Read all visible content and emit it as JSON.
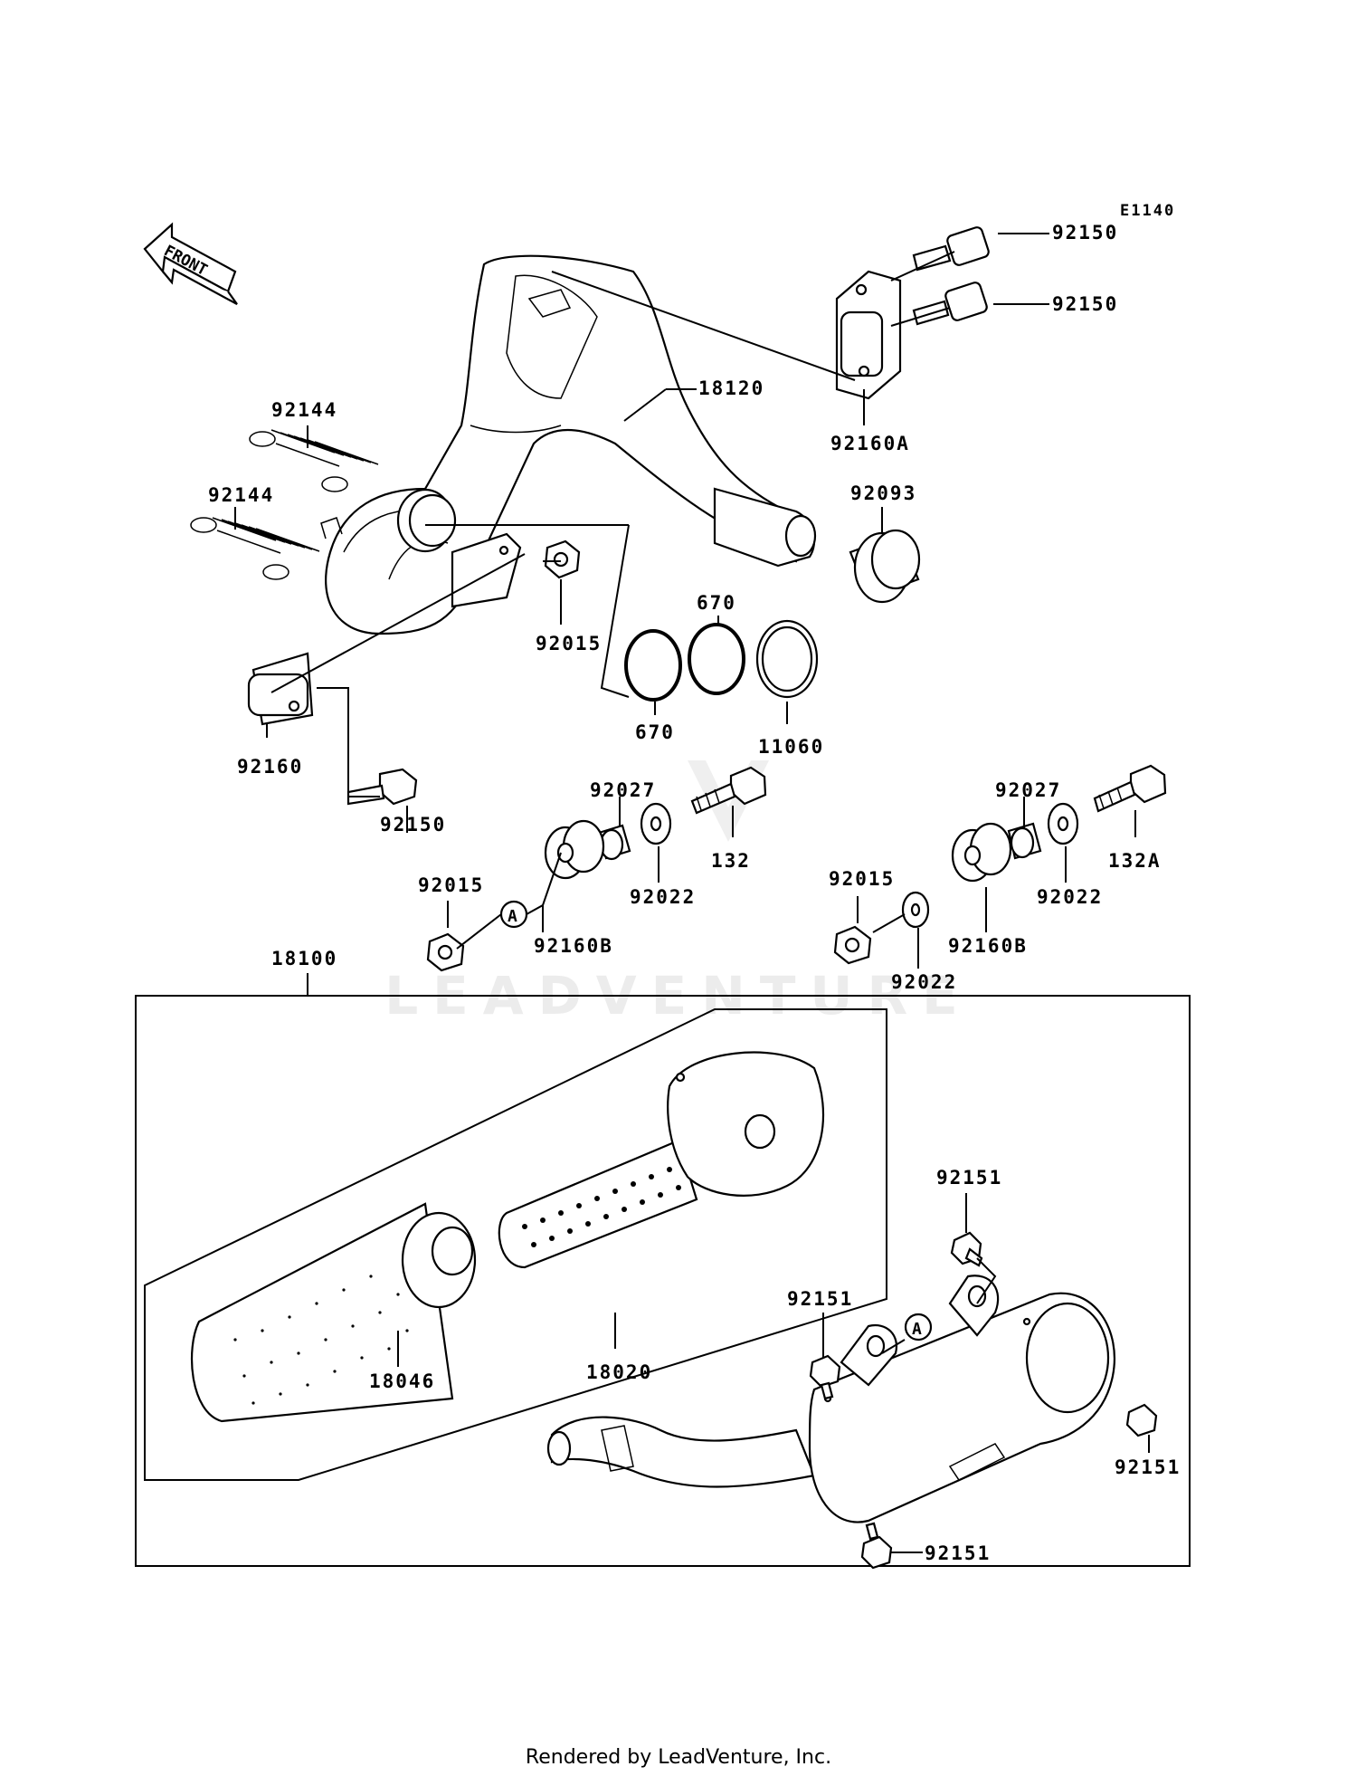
{
  "diagram": {
    "code": "E1140",
    "front_label": "FRONT",
    "callout_letter": "A",
    "watermark": "LEADVENTURE",
    "footer": "Rendered by LeadVenture, Inc.",
    "part_labels": {
      "p92150_a": "92150",
      "p92150_b": "92150",
      "p92150_c": "92150",
      "p18120": "18120",
      "p92160A": "92160A",
      "p92144_a": "92144",
      "p92144_b": "92144",
      "p92093": "92093",
      "p92015_a": "92015",
      "p670_a": "670",
      "p670_b": "670",
      "p11060": "11060",
      "p92160": "92160",
      "p92027_a": "92027",
      "p92027_b": "92027",
      "p132": "132",
      "p132A": "132A",
      "p92015_b": "92015",
      "p92015_c": "92015",
      "p92022_a": "92022",
      "p92022_b": "92022",
      "p92022_c": "92022",
      "p92160B_a": "92160B",
      "p92160B_b": "92160B",
      "p18100": "18100",
      "p92151_a": "92151",
      "p92151_b": "92151",
      "p92151_c": "92151",
      "p92151_d": "92151",
      "p18046": "18046",
      "p18020": "18020"
    }
  }
}
